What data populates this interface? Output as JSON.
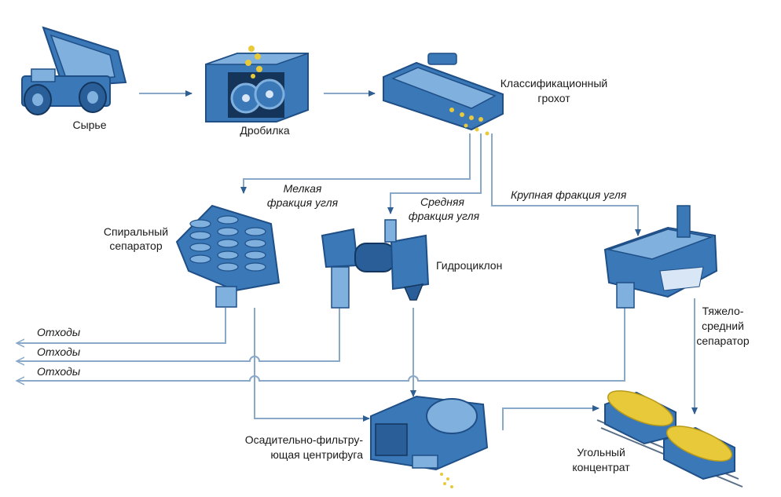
{
  "labels": {
    "raw": "Сырье",
    "crusher": "Дробилка",
    "screen_l1": "Классификационный",
    "screen_l2": "грохот",
    "fine_l1": "Мелкая",
    "fine_l2": "фракция угля",
    "medium_l1": "Средняя",
    "medium_l2": "фракция угля",
    "coarse": "Крупная фракция угля",
    "spiral_l1": "Спиральный",
    "spiral_l2": "сепаратор",
    "hydrocyclone": "Гидроциклон",
    "dms_l1": "Тяжело-",
    "dms_l2": "средний",
    "dms_l3": "сепаратор",
    "waste1": "Отходы",
    "waste2": "Отходы",
    "waste3": "Отходы",
    "centrifuge_l1": "Осадительно-фильтру-",
    "centrifuge_l2": "ющая центрифуга",
    "concentrate_l1": "Угольный",
    "concentrate_l2": "концентрат"
  },
  "colors": {
    "machine": "#3a78b8",
    "machine_dark": "#1f4f86",
    "machine_light": "#7fb0de",
    "coal": "#e8c93a",
    "arrow": "#8aa8c8"
  }
}
